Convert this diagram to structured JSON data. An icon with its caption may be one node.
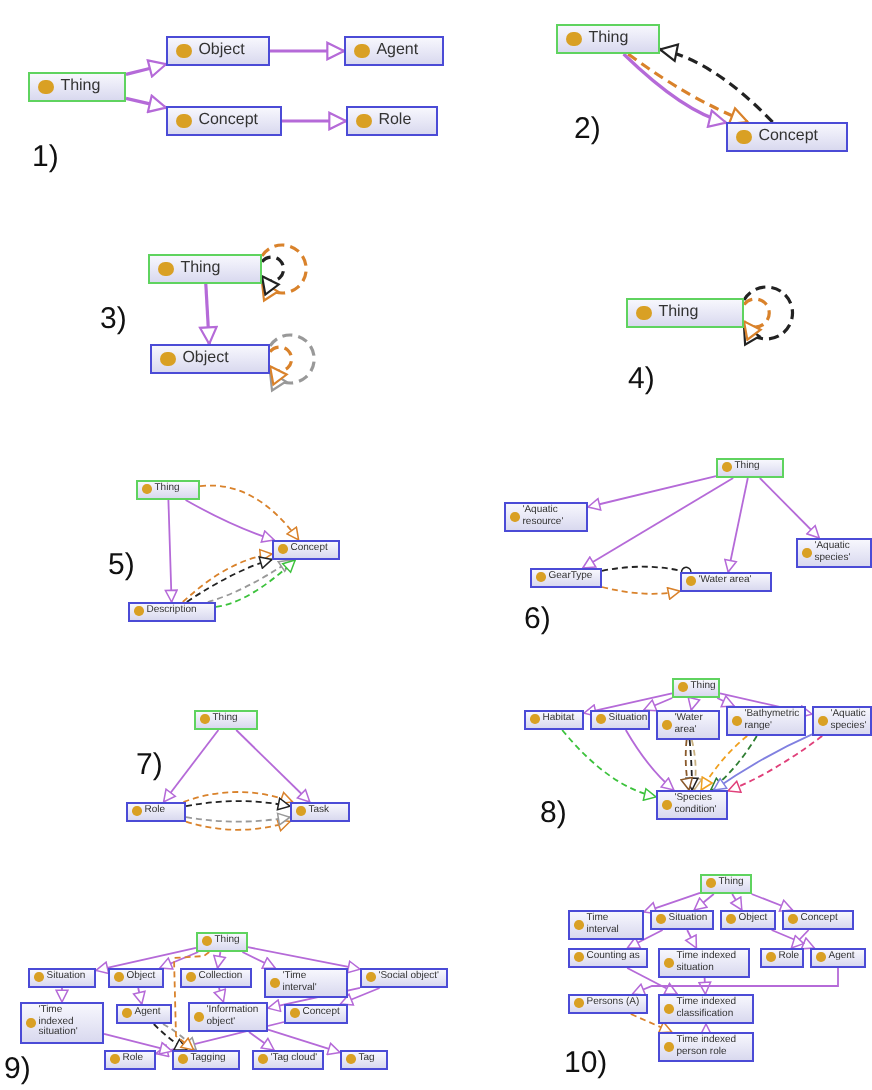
{
  "diagram": {
    "nodes": [
      {
        "text": [
          "Thing"
        ]
      },
      {
        "text": [
          "Object"
        ]
      },
      {
        "text": [
          "Agent"
        ]
      },
      {
        "text": [
          "Concept"
        ]
      },
      {
        "text": [
          "Role"
        ]
      },
      {
        "text": [
          "Thing"
        ]
      },
      {
        "text": [
          "Concept"
        ]
      },
      {
        "text": [
          "Thing"
        ]
      },
      {
        "text": [
          "Object"
        ]
      },
      {
        "text": [
          "Thing"
        ]
      },
      {
        "text": [
          "Thing"
        ]
      },
      {
        "text": [
          "Concept"
        ]
      },
      {
        "text": [
          "Description"
        ]
      },
      {
        "text": [
          "Thing"
        ]
      },
      {
        "text": [
          "'Aquatic resource'"
        ]
      },
      {
        "text": [
          "'Aquatic species'"
        ]
      },
      {
        "text": [
          "GearType"
        ]
      },
      {
        "text": [
          "'Water area'"
        ]
      },
      {
        "text": [
          "Thing"
        ]
      },
      {
        "text": [
          "Role"
        ]
      },
      {
        "text": [
          "Task"
        ]
      },
      {
        "text": [
          "Thing"
        ]
      },
      {
        "text": [
          "Habitat"
        ]
      },
      {
        "text": [
          "Situation"
        ]
      },
      {
        "text": [
          "'Water area'"
        ]
      },
      {
        "text": [
          "'Bathymetric range'"
        ]
      },
      {
        "text": [
          "'Aquatic species'"
        ]
      },
      {
        "text": [
          "'Species condition'"
        ]
      },
      {
        "text": [
          "Thing"
        ]
      },
      {
        "text": [
          "Situation"
        ]
      },
      {
        "text": [
          "Object"
        ]
      },
      {
        "text": [
          "Collection"
        ]
      },
      {
        "text": [
          "'Time interval'"
        ]
      },
      {
        "text": [
          "'Social object'"
        ]
      },
      {
        "text": [
          "'Time indexed situation'"
        ]
      },
      {
        "text": [
          "Agent"
        ]
      },
      {
        "text": [
          "'Information object'"
        ]
      },
      {
        "text": [
          "Concept"
        ]
      },
      {
        "text": [
          "Role"
        ]
      },
      {
        "text": [
          "Tagging"
        ]
      },
      {
        "text": [
          "'Tag cloud'"
        ]
      },
      {
        "text": [
          "Tag"
        ]
      },
      {
        "text": [
          "Thing"
        ]
      },
      {
        "text": [
          "Time interval"
        ]
      },
      {
        "text": [
          "Situation"
        ]
      },
      {
        "text": [
          "Object"
        ]
      },
      {
        "text": [
          "Concept"
        ]
      },
      {
        "text": [
          "Counting as"
        ]
      },
      {
        "text": [
          "Time indexed situation"
        ]
      },
      {
        "text": [
          "Role"
        ]
      },
      {
        "text": [
          "Agent"
        ]
      },
      {
        "text": [
          "Persons (A)"
        ]
      },
      {
        "text": [
          "Time indexed classification"
        ]
      },
      {
        "text": [
          "Time indexed person role"
        ]
      }
    ],
    "edges": [
      {
        "from": 0,
        "to": 1,
        "arrow": "to"
      },
      {
        "from": 0,
        "to": 3,
        "arrow": "to"
      },
      {
        "from": 1,
        "to": 2,
        "arrow": "to"
      },
      {
        "from": 3,
        "to": 4,
        "arrow": "to"
      },
      {
        "from": 5,
        "to": 6,
        "arrow": "to"
      },
      {
        "from": 5,
        "to": 6,
        "arrow": "to",
        "style": "dashed",
        "color": "#d9822b"
      },
      {
        "from": 6,
        "to": 5,
        "arrow": "to",
        "style": "dashed",
        "color": "#222222"
      },
      {
        "from": 7,
        "to": 8,
        "arrow": "to"
      },
      {
        "from": 7,
        "to": 7,
        "arrow": "to",
        "style": "dashed",
        "color": "#d9822b"
      },
      {
        "from": 7,
        "to": 7,
        "arrow": "to",
        "style": "dashed",
        "color": "#222222"
      },
      {
        "from": 8,
        "to": 8,
        "arrow": "to",
        "style": "dashed",
        "color": "#999999"
      },
      {
        "from": 8,
        "to": 8,
        "arrow": "to",
        "style": "dashed",
        "color": "#d9822b"
      },
      {
        "from": 9,
        "to": 9,
        "arrow": "to",
        "style": "dashed",
        "color": "#222222"
      },
      {
        "from": 9,
        "to": 9,
        "arrow": "to",
        "style": "dashed",
        "color": "#d9822b"
      },
      {
        "from": 10,
        "to": 12,
        "arrow": "to"
      },
      {
        "from": 10,
        "to": 11,
        "arrow": "to"
      },
      {
        "from": 10,
        "to": 11,
        "arrow": "to",
        "style": "dashed",
        "color": "#d9822b"
      },
      {
        "from": 12,
        "to": 11,
        "arrow": "to",
        "style": "dashed",
        "color": "#d9822b"
      },
      {
        "from": 12,
        "to": 11,
        "arrow": "to",
        "style": "dashed",
        "color": "#222222"
      },
      {
        "from": 12,
        "to": 11,
        "arrow": "to",
        "style": "dashed",
        "color": "#999999"
      },
      {
        "from": 12,
        "to": 11,
        "arrow": "to",
        "style": "dashed",
        "color": "#3cc23c"
      },
      {
        "from": 13,
        "to": 14,
        "arrow": "to"
      },
      {
        "from": 13,
        "to": 16,
        "arrow": "to"
      },
      {
        "from": 13,
        "to": 17,
        "arrow": "to"
      },
      {
        "from": 13,
        "to": 15,
        "arrow": "to"
      },
      {
        "from": 16,
        "to": 17,
        "arrow": "other",
        "style": "dashed",
        "color": "#222222"
      },
      {
        "from": 16,
        "to": 17,
        "arrow": "to",
        "style": "dashed",
        "color": "#d9822b"
      },
      {
        "from": 18,
        "to": 19,
        "arrow": "to"
      },
      {
        "from": 18,
        "to": 20,
        "arrow": "to"
      },
      {
        "from": 19,
        "to": 20,
        "arrow": "to",
        "style": "dashed",
        "color": "#d9822b"
      },
      {
        "from": 19,
        "to": 20,
        "arrow": "to",
        "style": "dashed",
        "color": "#222222"
      },
      {
        "from": 19,
        "to": 20,
        "arrow": "to",
        "style": "dashed",
        "color": "#d9822b"
      },
      {
        "from": 19,
        "to": 20,
        "arrow": "to",
        "style": "dashed",
        "color": "#999999"
      },
      {
        "from": 21,
        "to": 22,
        "arrow": "to"
      },
      {
        "from": 21,
        "to": 23,
        "arrow": "to"
      },
      {
        "from": 21,
        "to": 24,
        "arrow": "to"
      },
      {
        "from": 21,
        "to": 25,
        "arrow": "to"
      },
      {
        "from": 21,
        "to": 26,
        "arrow": "to"
      },
      {
        "from": 22,
        "to": 27,
        "arrow": "to",
        "style": "dashed",
        "color": "#3cc23c"
      },
      {
        "from": 23,
        "to": 27,
        "arrow": "to"
      },
      {
        "from": 24,
        "to": 27,
        "arrow": "to",
        "style": "dashed",
        "color": "#c8b080"
      },
      {
        "from": 24,
        "to": 27,
        "arrow": "to",
        "style": "dashed",
        "color": "#222222"
      },
      {
        "from": 24,
        "to": 27,
        "arrow": "to",
        "style": "dashed",
        "color": "#8a5a2b"
      },
      {
        "from": 25,
        "to": 27,
        "arrow": "to",
        "style": "dashed",
        "color": "#2e7d32"
      },
      {
        "from": 25,
        "to": 27,
        "arrow": "to",
        "style": "dashed",
        "color": "#f0a020"
      },
      {
        "from": 26,
        "to": 27,
        "arrow": "to",
        "style": "dashed",
        "color": "#e0407a"
      },
      {
        "from": 26,
        "to": 27,
        "arrow": "to",
        "color": "#8080e0"
      },
      {
        "from": 28,
        "to": 29,
        "arrow": "to"
      },
      {
        "from": 28,
        "to": 30,
        "arrow": "to"
      },
      {
        "from": 28,
        "to": 31,
        "arrow": "to"
      },
      {
        "from": 28,
        "to": 32,
        "arrow": "to"
      },
      {
        "from": 28,
        "to": 33,
        "arrow": "to"
      },
      {
        "from": 29,
        "to": 34,
        "arrow": "to"
      },
      {
        "from": 30,
        "to": 35,
        "arrow": "to"
      },
      {
        "from": 31,
        "to": 36,
        "arrow": "to"
      },
      {
        "from": 33,
        "to": 37,
        "arrow": "to"
      },
      {
        "from": 33,
        "to": 36,
        "arrow": "to"
      },
      {
        "from": 37,
        "to": 38,
        "arrow": "to"
      },
      {
        "from": 36,
        "to": 40,
        "arrow": "to"
      },
      {
        "from": 36,
        "to": 41,
        "arrow": "to"
      },
      {
        "from": 34,
        "to": 39,
        "arrow": "to"
      },
      {
        "from": 35,
        "to": 39,
        "arrow": "to",
        "style": "dashed",
        "color": "#999999"
      },
      {
        "from": 35,
        "to": 39,
        "arrow": "to",
        "style": "dashed",
        "color": "#222222"
      },
      {
        "from": 28,
        "to": 39,
        "arrow": "to",
        "style": "dashed",
        "color": "#d9822b"
      },
      {
        "from": 42,
        "to": 43,
        "arrow": "to"
      },
      {
        "from": 42,
        "to": 44,
        "arrow": "to"
      },
      {
        "from": 42,
        "to": 45,
        "arrow": "to"
      },
      {
        "from": 42,
        "to": 46,
        "arrow": "to"
      },
      {
        "from": 44,
        "to": 47,
        "arrow": "to"
      },
      {
        "from": 44,
        "to": 48,
        "arrow": "to"
      },
      {
        "from": 45,
        "to": 50,
        "arrow": "to"
      },
      {
        "from": 46,
        "to": 49,
        "arrow": "to"
      },
      {
        "from": 48,
        "to": 52,
        "arrow": "to"
      },
      {
        "from": 47,
        "to": 52,
        "arrow": "to"
      },
      {
        "from": 50,
        "to": 51,
        "arrow": "to"
      },
      {
        "from": 51,
        "to": 53,
        "arrow": "to",
        "style": "dashed",
        "color": "#d9822b"
      },
      {
        "from": 53,
        "to": 52,
        "arrow": "to"
      }
    ],
    "labels": [
      "1)",
      "2)",
      "3)",
      "4)",
      "5)",
      "6)",
      "7)",
      "8)",
      "9)",
      "10)"
    ]
  }
}
